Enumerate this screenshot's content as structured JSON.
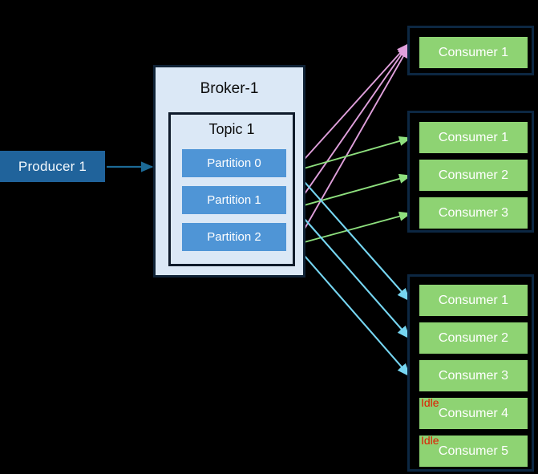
{
  "diagram": {
    "title": "Kafka topic partitions to consumer groups",
    "background": "#000000"
  },
  "producer": {
    "label": "Producer 1",
    "color": "#20639b",
    "arrow_color": "#1c6a96"
  },
  "broker": {
    "label": "Broker-1",
    "fill": "#dbe8f6",
    "border": "#0f2236",
    "topic": {
      "label": "Topic  1",
      "fill": "#dbe8f6",
      "border": "#0f1b2b",
      "partition_color": "#4f95d6",
      "partitions": [
        {
          "label": "Partition 0"
        },
        {
          "label": "Partition 1"
        },
        {
          "label": "Partition 2"
        }
      ]
    }
  },
  "consumer_groups": [
    {
      "id": "group-1",
      "border": "#0c2742",
      "arrow_color": "#e0a0dc",
      "consumers": [
        {
          "label": "Consumer 1",
          "idle": false
        }
      ]
    },
    {
      "id": "group-2",
      "border": "#0c2742",
      "arrow_color": "#8ee07e",
      "consumers": [
        {
          "label": "Consumer 1",
          "idle": false
        },
        {
          "label": "Consumer 2",
          "idle": false
        },
        {
          "label": "Consumer 3",
          "idle": false
        }
      ]
    },
    {
      "id": "group-3",
      "border": "#0c2742",
      "arrow_color": "#76d6f2",
      "consumers": [
        {
          "label": "Consumer 1",
          "idle": false
        },
        {
          "label": "Consumer 2",
          "idle": false
        },
        {
          "label": "Consumer 3",
          "idle": false
        },
        {
          "label": "Consumer 4",
          "idle": true,
          "idle_label": "Idle"
        },
        {
          "label": "Consumer 5",
          "idle": true,
          "idle_label": "Idle"
        }
      ]
    }
  ],
  "consumer_style": {
    "fill": "#8ed373",
    "text": "#ffffff",
    "idle_text_color": "#e01b00"
  },
  "connections": {
    "producer_to_broker": {
      "from": "Producer 1",
      "to": "Broker-1"
    },
    "partition_to_group1": {
      "color": "#e0a0dc",
      "count": 3,
      "target": "Consumer 1"
    },
    "partition_to_group2": {
      "color": "#8ee07e",
      "count": 3,
      "targets": [
        "Consumer 1",
        "Consumer 2",
        "Consumer 3"
      ]
    },
    "partition_to_group3": {
      "color": "#76d6f2",
      "count": 3,
      "targets": [
        "Consumer 1",
        "Consumer 2",
        "Consumer 3"
      ]
    }
  }
}
